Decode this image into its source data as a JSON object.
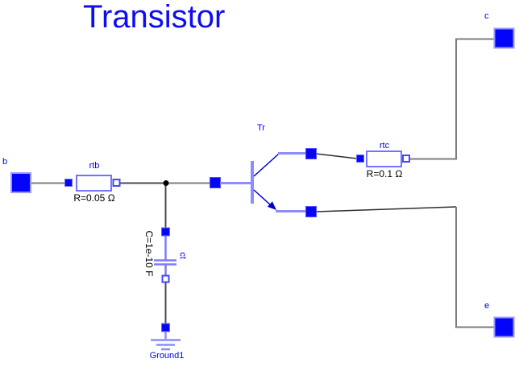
{
  "title": "Transistor",
  "colors": {
    "title_blue": "#0d0df2",
    "label_blue": "#0000f5",
    "icon_light_blue": "#8c8cff",
    "component_border_blue": "#7373ff",
    "terminal_fill_blue": "#0606f2",
    "transistor_line_blue": "#0000cc",
    "wire_gray": "#7d7d7d",
    "value_black": "#000000",
    "background": "#ffffff"
  },
  "pins": {
    "b": {
      "label": "b"
    },
    "c": {
      "label": "c"
    },
    "e": {
      "label": "e"
    }
  },
  "components": {
    "rtb": {
      "label": "rtb",
      "value": "R=0.05 Ω"
    },
    "rtc": {
      "label": "rtc",
      "value": "R=0.1 Ω"
    },
    "ct": {
      "label": "ct",
      "value": "C=1e-10 F"
    },
    "ground1": {
      "label": "Ground1"
    },
    "tr": {
      "label": "Tr"
    }
  }
}
